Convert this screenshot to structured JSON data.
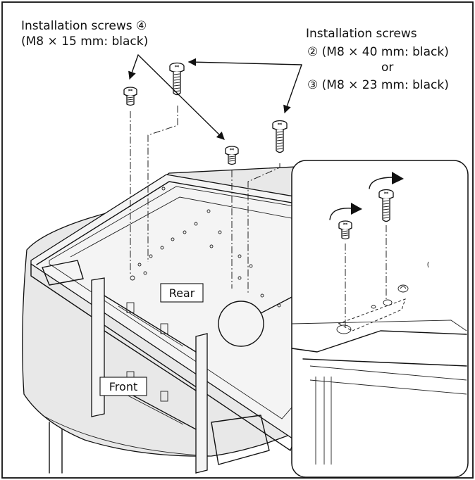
{
  "labels": {
    "screws4_line1": "Installation screws ④",
    "screws4_line2": "(M8 × 15 mm: black)",
    "screws23_line1": "Installation screws",
    "screws23_line2": "② (M8 × 40 mm: black)",
    "screws23_line3": "or",
    "screws23_line4": "③ (M8 × 23 mm: black)",
    "rear": "Rear",
    "front": "Front"
  },
  "icons": [
    "screw-icon",
    "rotate-clockwise-arrow-icon"
  ],
  "colors": {
    "line": "#111111",
    "cloth": "#e8e8e8",
    "background": "#ffffff"
  }
}
